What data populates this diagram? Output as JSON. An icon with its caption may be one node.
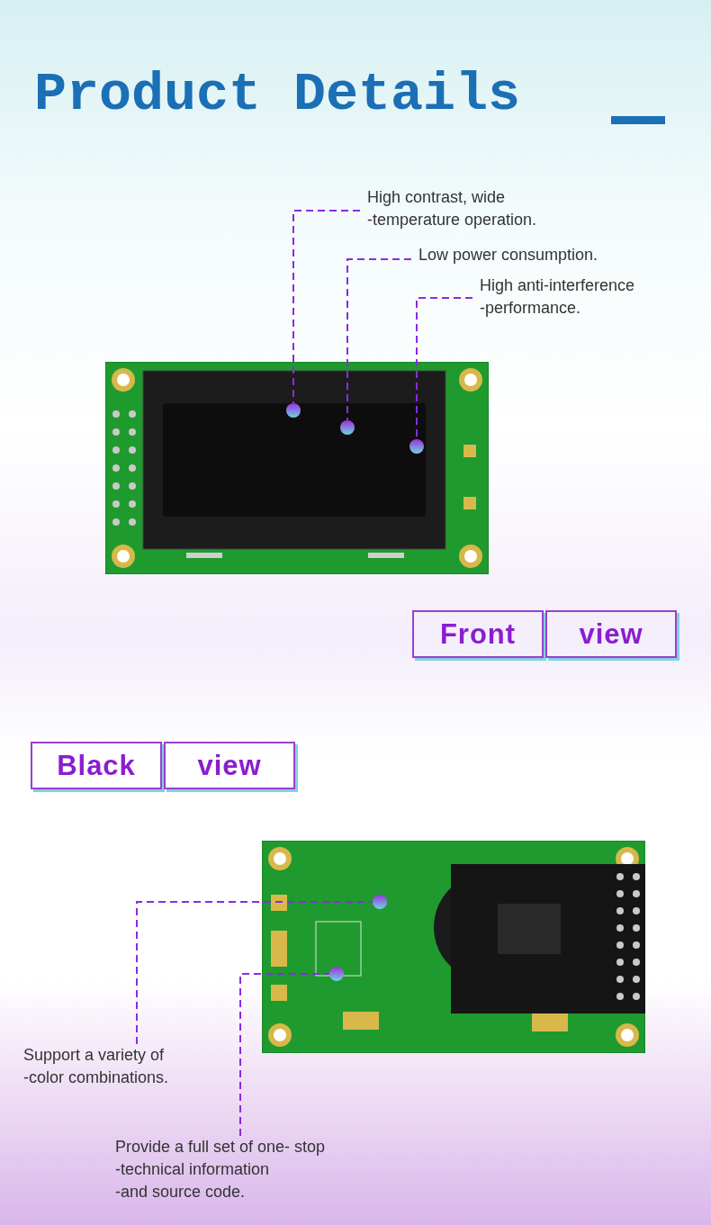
{
  "diagram": {
    "title": "Product Details",
    "nodes": [
      {
        "text": [
          "High contrast, wide -temperature operation."
        ]
      },
      {
        "text": [
          "Low power consumption."
        ]
      },
      {
        "text": [
          "High anti-interference -performance."
        ]
      },
      {
        "text": [],
        "shape": "picture"
      },
      {
        "text": [],
        "shape": "circle",
        "in": 3
      },
      {
        "text": [],
        "shape": "circle",
        "in": 3
      },
      {
        "text": [],
        "shape": "circle",
        "in": 3
      },
      {
        "text": [
          "Front"
        ]
      },
      {
        "text": [
          "view"
        ]
      },
      {
        "text": [
          "Black"
        ]
      },
      {
        "text": [
          "view"
        ]
      },
      {
        "text": [],
        "shape": "picture"
      },
      {
        "text": [],
        "shape": "circle",
        "in": 11
      },
      {
        "text": [],
        "shape": "circle",
        "in": 11
      },
      {
        "text": [
          "Support a variety of -color combinations."
        ]
      },
      {
        "text": [
          "Provide a full set of one- stop -technical information -and source code."
        ]
      }
    ],
    "edges": [
      {
        "from": 0,
        "to": 4,
        "arrow": "none",
        "style": "dashed"
      },
      {
        "from": 1,
        "to": 5,
        "arrow": "none",
        "style": "dashed"
      },
      {
        "from": 2,
        "to": 6,
        "arrow": "none",
        "style": "dashed"
      },
      {
        "from": 14,
        "to": 12,
        "arrow": "none",
        "style": "dashed"
      },
      {
        "from": 15,
        "to": 13,
        "arrow": "none",
        "style": "dashed"
      }
    ]
  }
}
